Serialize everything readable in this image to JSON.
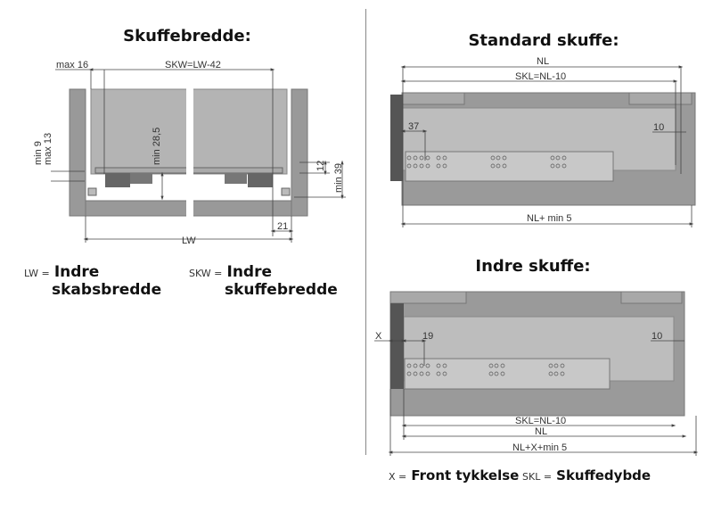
{
  "left": {
    "title": "Skuffebredde:",
    "dims": {
      "max16": "max 16",
      "skw": "SKW=LW-42",
      "min9": "min 9",
      "max13": "max 13",
      "min285": "min 28,5",
      "d12": "12",
      "min39": "min 39",
      "d21": "21",
      "lw": "LW"
    },
    "legend": [
      {
        "key": "LW =",
        "line1": "Indre",
        "line2": "skabsbredde"
      },
      {
        "key": "SKW =",
        "line1": "Indre",
        "line2": "skuffebredde"
      }
    ]
  },
  "standard": {
    "title": "Standard skuffe:",
    "dims": {
      "nl": "NL",
      "skl": "SKL=NL-10",
      "d37": "37",
      "d10": "10",
      "nlmin5": "NL+ min 5"
    }
  },
  "inner": {
    "title": "Indre skuffe:",
    "dims": {
      "x": "X",
      "d19": "19",
      "d10": "10",
      "skl": "SKL=NL-10",
      "nl": "NL",
      "nlx": "NL+X+min 5"
    }
  },
  "legend_bottom": [
    {
      "key": "X =",
      "value": "Front tykkelse"
    },
    {
      "key": "SKL =",
      "value": "Skuffedybde"
    }
  ]
}
